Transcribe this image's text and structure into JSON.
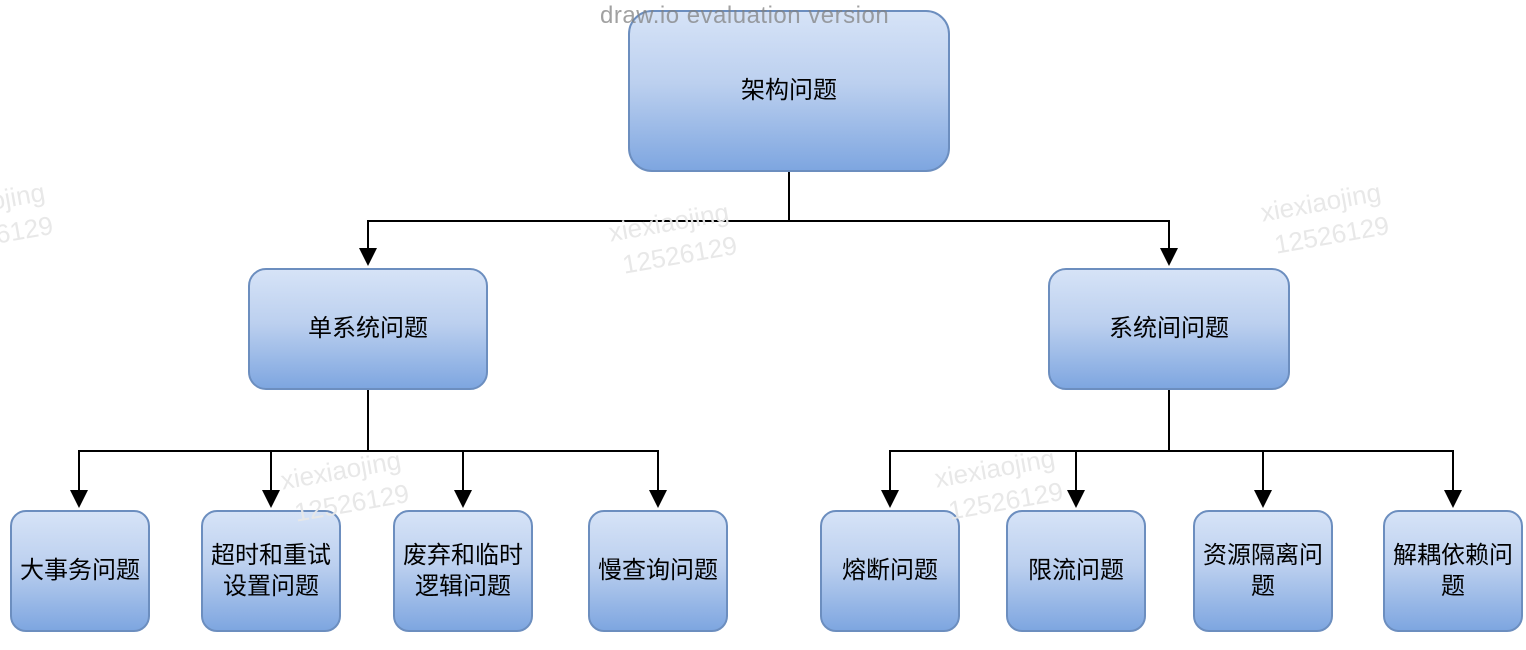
{
  "watermarks": {
    "evaluation_label": "draw.io evaluation version",
    "user_name": "xiexiaojing",
    "user_id": "12526129"
  },
  "diagram": {
    "type": "tree",
    "root": {
      "label": "架构问题"
    },
    "level2": [
      {
        "label": "单系统问题"
      },
      {
        "label": "系统间问题"
      }
    ],
    "leaves_left": [
      {
        "label": "大事务问题"
      },
      {
        "label": "超时和重试设置问题"
      },
      {
        "label": "废弃和临时逻辑问题"
      },
      {
        "label": "慢查询问题"
      }
    ],
    "leaves_right": [
      {
        "label": "熔断问题"
      },
      {
        "label": "限流问题"
      },
      {
        "label": "资源隔离问题"
      },
      {
        "label": "解耦依赖问题"
      }
    ]
  },
  "colors": {
    "node_fill_top": "#d6e3f7",
    "node_fill_bottom": "#7ea6e0",
    "node_border": "#6c8ebf",
    "node_text": "#000000",
    "connector": "#000000",
    "evaluation_watermark_text": "#828282",
    "user_watermark_text": "#e7e7e7",
    "background": "#ffffff"
  }
}
